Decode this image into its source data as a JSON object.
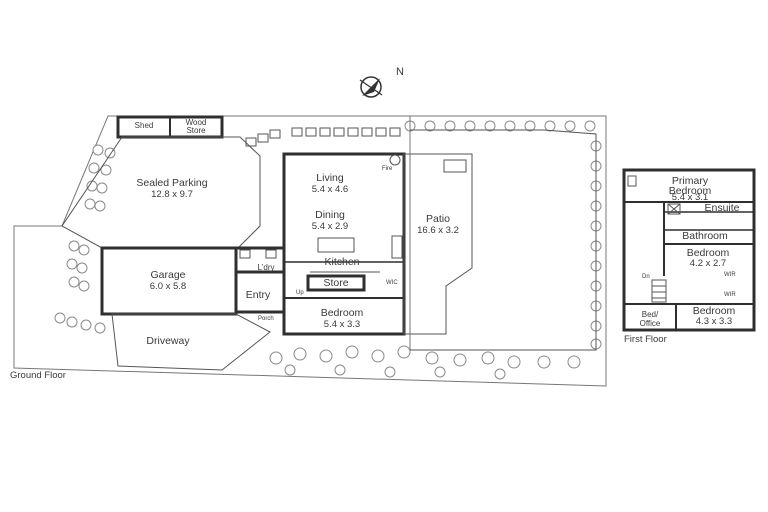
{
  "compass": {
    "letter": "N"
  },
  "ground_floor": {
    "caption": "Ground Floor",
    "rooms": {
      "shed": "Shed",
      "wood_store_1": "Wood",
      "wood_store_2": "Store",
      "sealed_parking": "Sealed Parking",
      "sealed_parking_dim": "12.8 x 9.7",
      "garage": "Garage",
      "garage_dim": "6.0 x 5.8",
      "living": "Living",
      "living_dim": "5.4 x 4.6",
      "dining": "Dining",
      "dining_dim": "5.4 x 2.9",
      "kitchen": "Kitchen",
      "store": "Store",
      "laundry": "L'dry",
      "entry": "Entry",
      "porch": "Porch",
      "bedroom": "Bedroom",
      "bedroom_dim": "5.4 x 3.3",
      "patio": "Patio",
      "patio_dim": "16.6 x 3.2",
      "driveway": "Driveway",
      "up": "Up",
      "wic": "WIC",
      "fire": "Fire"
    }
  },
  "first_floor": {
    "caption": "First Floor",
    "rooms": {
      "primary_1": "Primary",
      "primary_2": "Bedroom",
      "primary_dim": "5.4 x 3.1",
      "ensuite": "Ensuite",
      "bathroom": "Bathroom",
      "bedroom2": "Bedroom",
      "bedroom2_dim": "4.2 x 2.7",
      "bed_office_1": "Bed/",
      "bed_office_2": "Office",
      "bedroom3": "Bedroom",
      "bedroom3_dim": "4.3 x 3.3",
      "wir1": "WIR",
      "wir2": "WIR",
      "dn": "Dn"
    }
  }
}
